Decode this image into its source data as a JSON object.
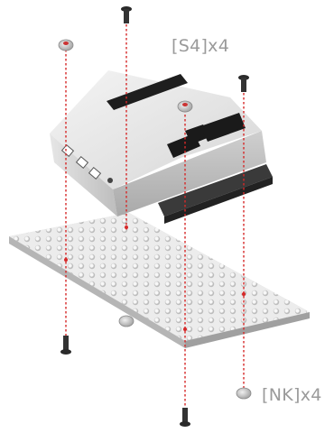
{
  "labels": {
    "screws": "[S4]x4",
    "nuts": "[NK]x4"
  },
  "colors": {
    "guide_line": "#d62828",
    "label": "#9a9a9a",
    "enclosure_body": "#e4e4e4",
    "enclosure_dark": "#2a2a2a",
    "plate": "#e9e9e9",
    "hardware": "#333333"
  },
  "icons": {
    "screw": "screw-icon",
    "nut": "nut-icon",
    "enclosure": "device-enclosure",
    "plate": "mounting-plate"
  }
}
